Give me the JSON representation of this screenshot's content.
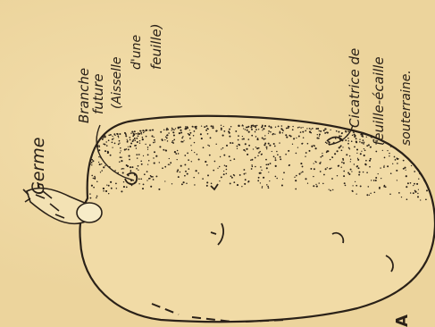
{
  "labels": {
    "germe": "Germe",
    "branche": [
      "Branche",
      "future",
      "(Aisselle",
      "d'une",
      "feuille)"
    ],
    "cicatrice": [
      "Cicatrice de",
      "feuille-écaille",
      "souterraine."
    ],
    "corner": "A"
  },
  "colors": {
    "paper": "#ecd49c",
    "ink": "#2a2118"
  }
}
